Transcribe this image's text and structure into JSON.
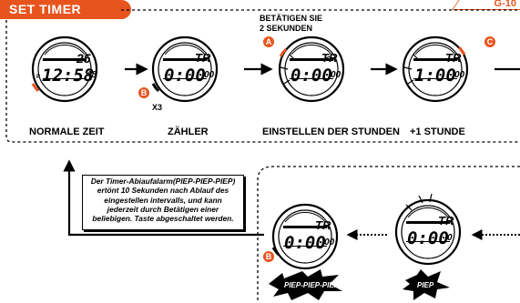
{
  "header": {
    "title": "SET TIMER",
    "page_number": "G-10"
  },
  "steps_top": [
    {
      "label": "NORMALE ZEIT",
      "display_main": "12:58",
      "display_sec": "48",
      "display_top": "25",
      "display_p": "P"
    },
    {
      "label": "ZÄHLER",
      "display_main": "0:00",
      "display_sec": "00",
      "display_top": "TR"
    },
    {
      "label": "EINSTELLEN DER STUNDEN",
      "display_main": "0:00",
      "display_sec": "00",
      "display_top": "TR"
    },
    {
      "label": "+1  STUNDE",
      "display_main": "1:00",
      "display_sec": "00",
      "display_top": "TR"
    }
  ],
  "instruction": {
    "press_line1": "BETÄTIGEN SIE",
    "press_line2": "2 SEKUNDEN",
    "x3": "X3"
  },
  "buttons": {
    "a": "A",
    "b": "B",
    "c": "C"
  },
  "note_lines": [
    "Der Timer-Abiaufalarm(PIEP-PIEP-PIEP)",
    "ertönt 10 Sekunden nach Ablauf des",
    "eingestellen intervalls, und kann",
    "jederzeit durch Betätigen einer",
    "beliebigen. Taste abgeschaltet werden."
  ],
  "steps_bottom": [
    {
      "burst": "PIEP-PIEP-PIEP",
      "display_main": "0:00",
      "display_sec": "00",
      "display_top": "TR"
    },
    {
      "burst": "PIEP",
      "display_main": "0:00",
      "display_sec": "0",
      "display_top": "TR"
    }
  ],
  "colors": {
    "accent": "#e8541e",
    "ink": "#000000"
  }
}
